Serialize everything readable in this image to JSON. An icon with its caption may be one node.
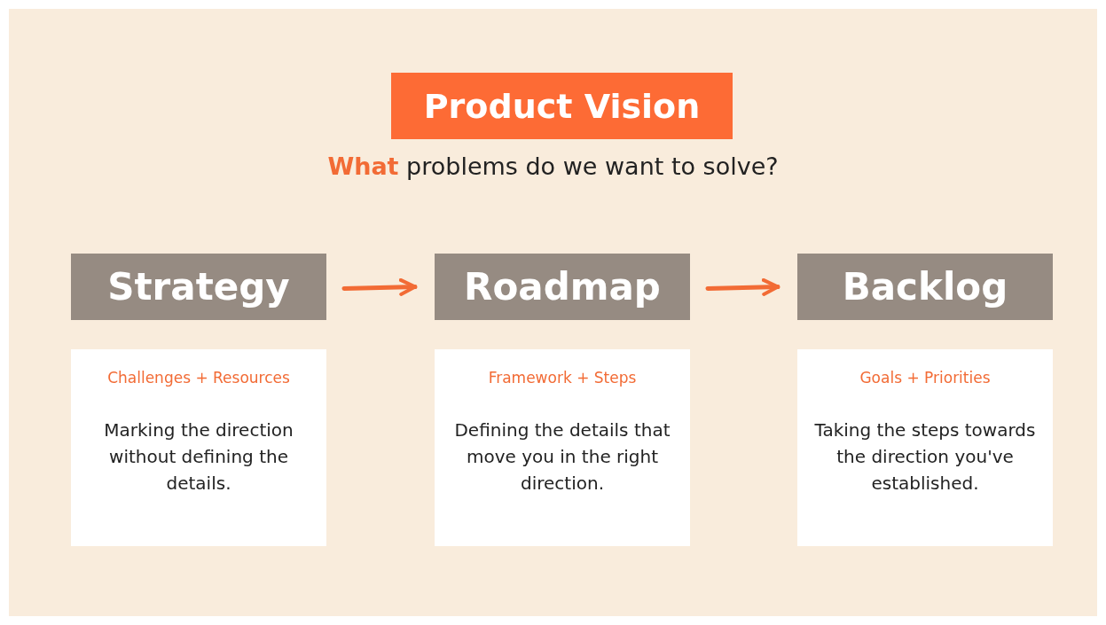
{
  "diagram": {
    "nodes": [
      {
        "text": [
          "Product Vision"
        ]
      },
      {
        "text": [
          "Strategy"
        ]
      },
      {
        "text": [
          "Roadmap"
        ]
      },
      {
        "text": [
          "Backlog"
        ]
      },
      {
        "text": [
          "Challenges + Resources",
          "Marking the direction without defining the details."
        ]
      },
      {
        "text": [
          "Framework + Steps",
          "Defining the details that move you in the right direction."
        ]
      },
      {
        "text": [
          "Goals + Priorities",
          "Taking the steps towards the direction you've established."
        ]
      }
    ],
    "edges": [
      {
        "from": 1,
        "to": 2,
        "arrow": "to"
      },
      {
        "from": 2,
        "to": 3,
        "arrow": "to"
      }
    ],
    "labels": [
      "**What** problems do we want to solve?"
    ]
  }
}
